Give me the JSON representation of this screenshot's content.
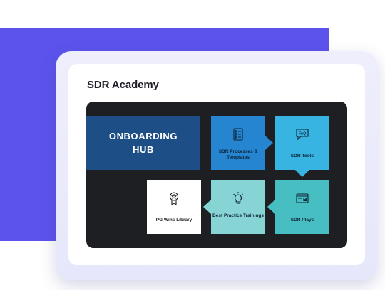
{
  "card": {
    "title": "SDR Academy"
  },
  "hub": {
    "title": "ONBOARDING HUB"
  },
  "tiles": [
    {
      "label": "SDR Processes & Templates",
      "icon": "checklist-icon"
    },
    {
      "label": "SDR Tools",
      "icon": "faq-bubble-icon"
    },
    {
      "label": "SDR Plays",
      "icon": "browser-window-icon"
    },
    {
      "label": "Best Practice Trainings",
      "icon": "lightbulb-icon"
    },
    {
      "label": "PG Wins Library",
      "icon": "award-ribbon-icon"
    }
  ],
  "icon_text": {
    "faq": "FAQ"
  },
  "colors": {
    "background_accent": "#5b53ec",
    "panel": "#1e1f22",
    "hub": "#1d4f86",
    "processes": "#2585d0",
    "tools": "#37b4e2",
    "plays": "#47bec2",
    "best_practice": "#87d4d4",
    "wins": "#ffffff"
  }
}
